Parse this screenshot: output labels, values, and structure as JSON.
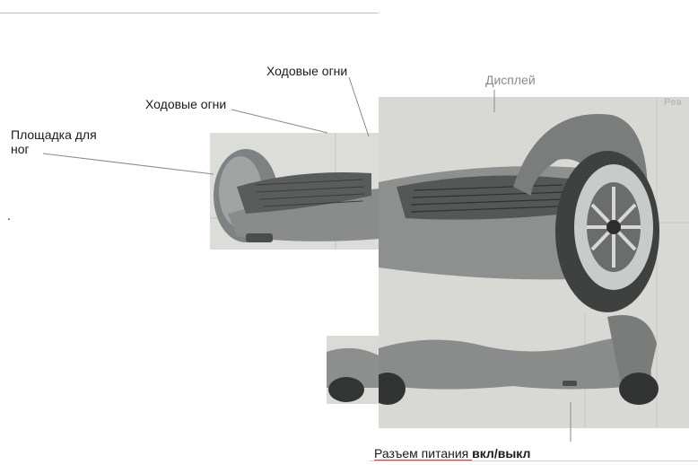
{
  "labels": {
    "running_lights_top": "Ходовые огни",
    "running_lights_left": "Ходовые огни",
    "display": "Дисплей",
    "foot_platform": "Площадка для ног",
    "power_port_prefix": "Разъем питания ",
    "power_port_switch": "вкл/выкл",
    "stray_dot": ".",
    "watermark": "Pea"
  },
  "colors": {
    "photo_background": "#d9d9d6",
    "body_gray": "#8d8f8f",
    "accent_underline": "#d84040"
  },
  "icons": {
    "left_photo": "hoverboard-side-view",
    "main_photo": "hoverboard-wheel-closeup",
    "bottom_photo": "hoverboard-front-view"
  }
}
